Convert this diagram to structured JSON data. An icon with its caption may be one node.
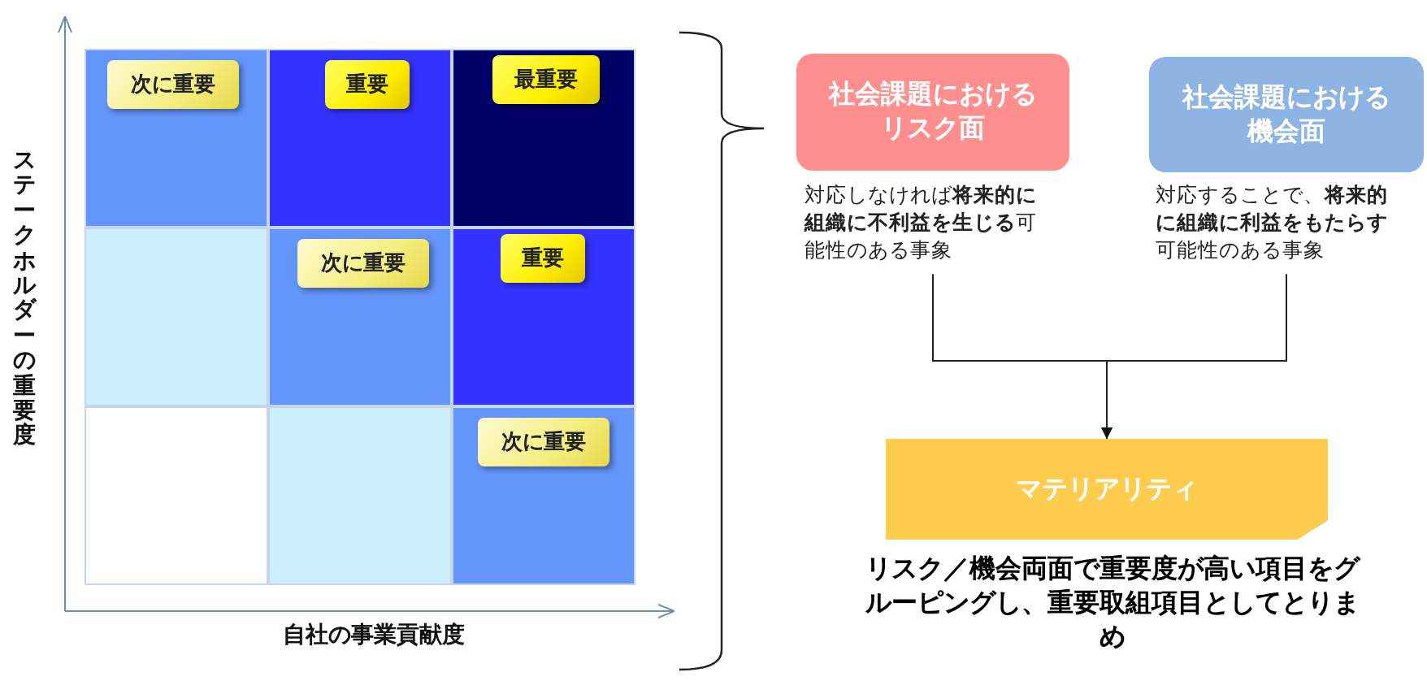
{
  "diagram": {
    "nodes": [
      {
        "text": [],
        "shape": "box"
      },
      {
        "text": [],
        "shape": "box"
      },
      {
        "text": [],
        "shape": "box"
      },
      {
        "text": [],
        "shape": "box"
      },
      {
        "text": [],
        "shape": "box"
      },
      {
        "text": [],
        "shape": "box"
      },
      {
        "text": [],
        "shape": "box"
      },
      {
        "text": [],
        "shape": "box"
      },
      {
        "text": [],
        "shape": "box"
      },
      {
        "text": [
          "次に重要"
        ],
        "in": 0
      },
      {
        "text": [
          "重要"
        ],
        "in": 1
      },
      {
        "text": [
          "最重要"
        ],
        "in": 2
      },
      {
        "text": [
          "次に重要"
        ],
        "in": 4
      },
      {
        "text": [
          "重要"
        ],
        "in": 5
      },
      {
        "text": [
          "次に重要"
        ],
        "in": 8
      },
      {
        "text": [
          "社会課題におけるリスク面"
        ],
        "beside": [
          "対応しなければ**将来的に組織に不利益を生じる**可能性のある事象"
        ]
      },
      {
        "text": [
          "社会課題における機会面"
        ],
        "beside": [
          "対応することで、**将来的に組織に利益をもたらす**可能性のある事象"
        ]
      },
      {
        "text": [
          "マテリアリティ"
        ],
        "beside": [
          "リスク／機会両面で重要度が高い項目をグルーピングし、重要取組項目としてとりまめ"
        ]
      }
    ],
    "edges": [
      {
        "from": 15,
        "to": 17,
        "arrow": "to"
      },
      {
        "from": 16,
        "to": 17,
        "arrow": "to"
      }
    ],
    "labels": [
      "ステークホルダーの重要度",
      "自社の事業貢献度"
    ]
  }
}
